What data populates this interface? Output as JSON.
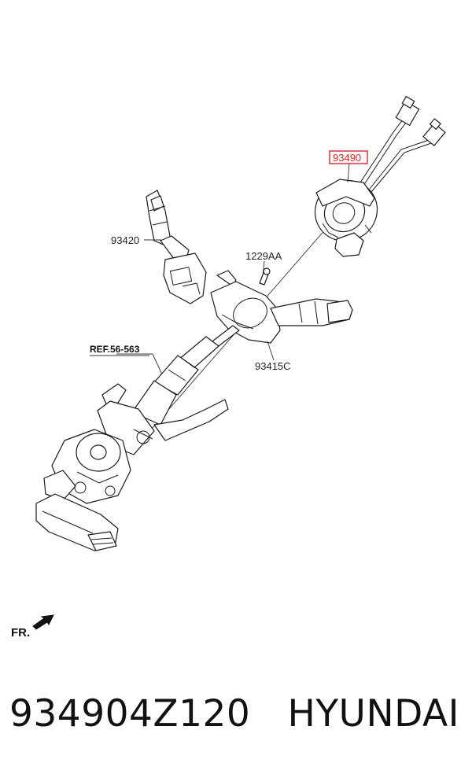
{
  "labels": {
    "clock_spring": "93490",
    "light_switch": "93420",
    "screw": "1229AA",
    "multifunction_switch": "93415C",
    "reference": "REF.56-563",
    "front_indicator": "FR."
  },
  "caption": {
    "part_number": "934904Z120",
    "brand": "HYUNDAI"
  },
  "colors": {
    "highlight": "#d9262c",
    "line": "#1a1a1a"
  }
}
